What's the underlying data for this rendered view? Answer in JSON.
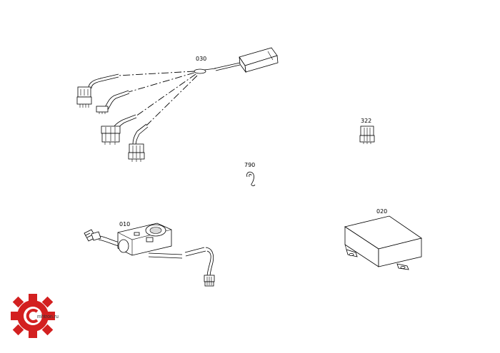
{
  "parts": [
    {
      "id": "030",
      "name": "wiring harness"
    },
    {
      "id": "322",
      "name": "connector"
    },
    {
      "id": "790",
      "name": "clip"
    },
    {
      "id": "010",
      "name": "switch with cable"
    },
    {
      "id": "020",
      "name": "control box"
    }
  ],
  "watermark": {
    "text": "mhtron.ru",
    "color": "#d32020"
  }
}
